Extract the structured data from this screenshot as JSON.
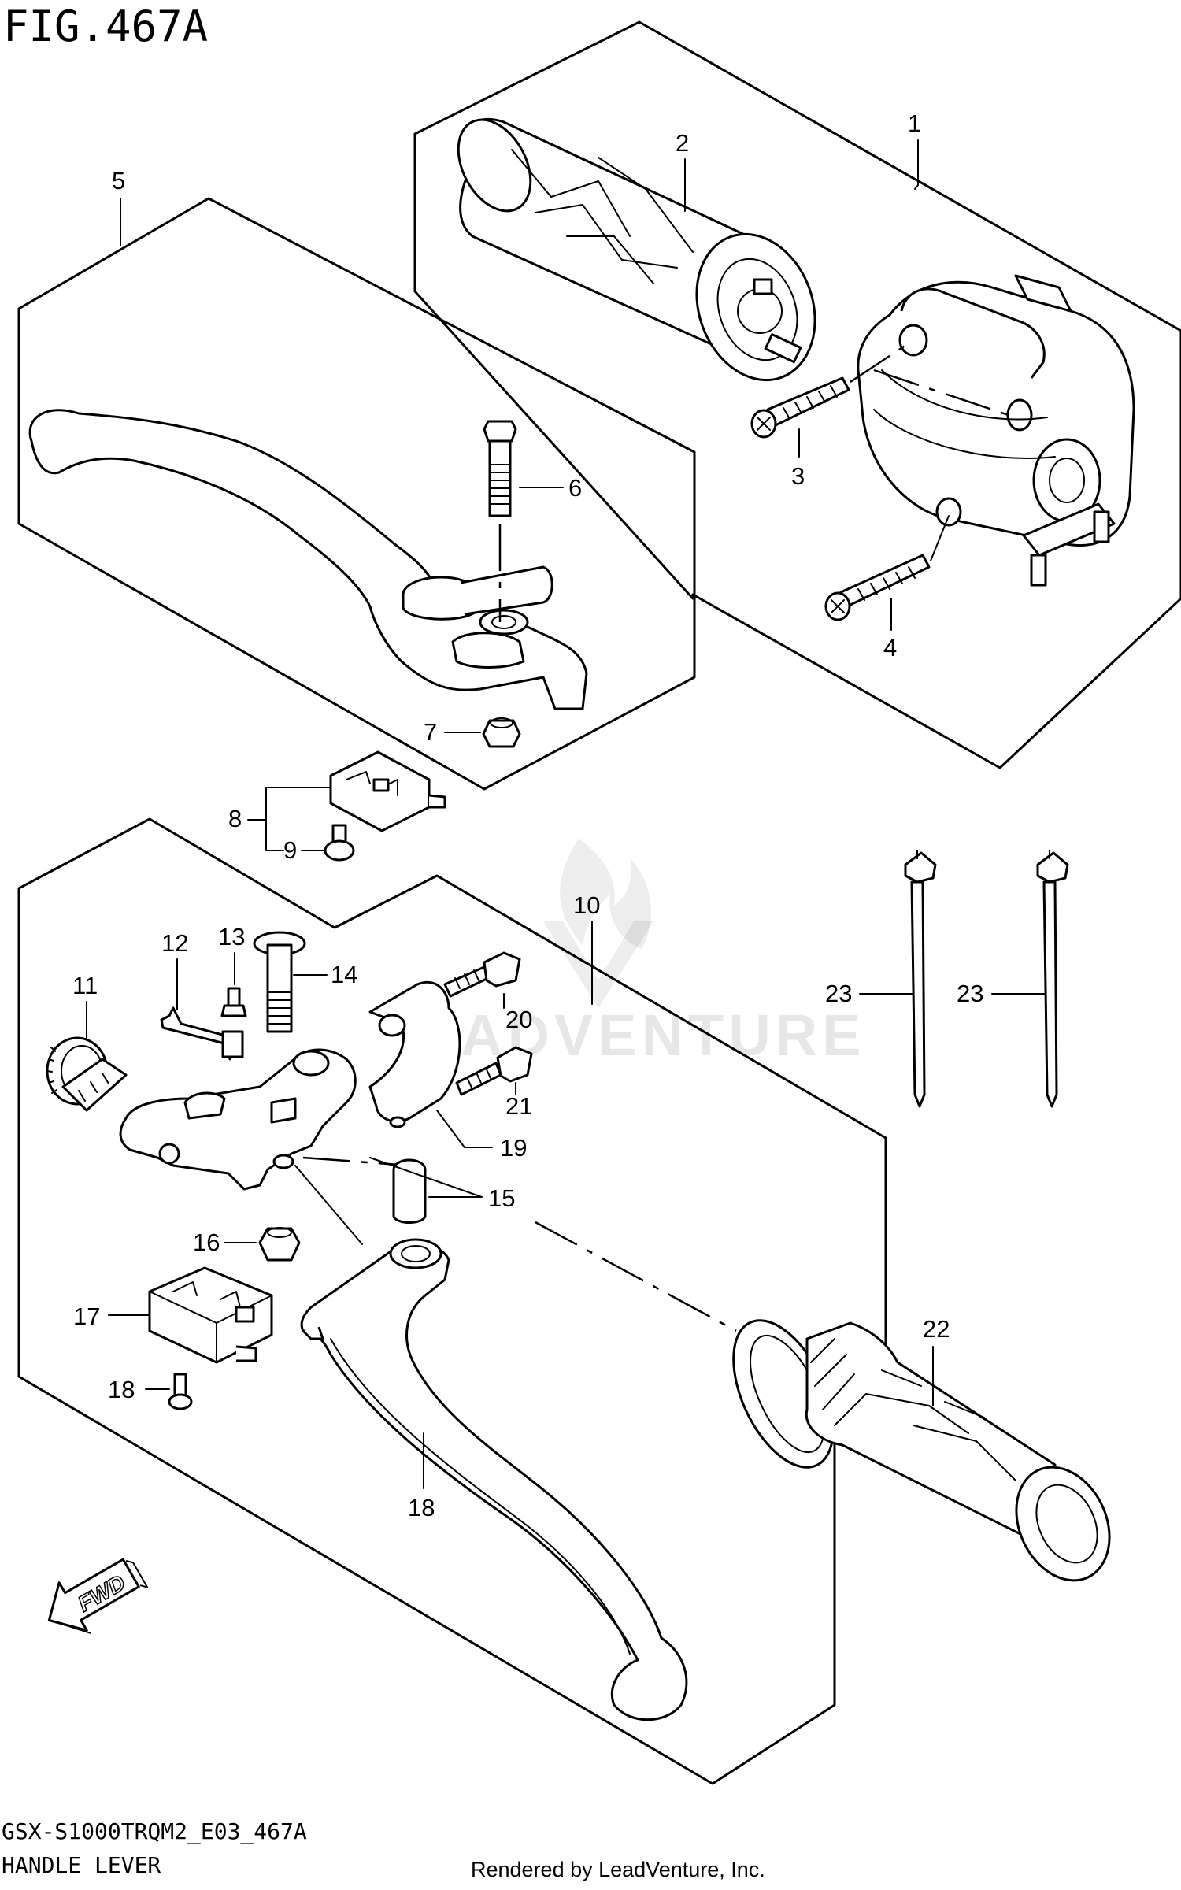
{
  "figure": {
    "title": "FIG.467A",
    "model_code": "GSX-S1000TRQM2_E03_467A",
    "section_name": "HANDLE LEVER",
    "rendered_by": "Rendered by LeadVenture, Inc.",
    "watermark": "ADVENTURE",
    "fwd_label": "FWD"
  },
  "callouts": [
    {
      "id": "1",
      "label": "1"
    },
    {
      "id": "2",
      "label": "2"
    },
    {
      "id": "3",
      "label": "3"
    },
    {
      "id": "4",
      "label": "4"
    },
    {
      "id": "5",
      "label": "5"
    },
    {
      "id": "6",
      "label": "6"
    },
    {
      "id": "7",
      "label": "7"
    },
    {
      "id": "8",
      "label": "8"
    },
    {
      "id": "9",
      "label": "9"
    },
    {
      "id": "10",
      "label": "10"
    },
    {
      "id": "11",
      "label": "11"
    },
    {
      "id": "12",
      "label": "12"
    },
    {
      "id": "13",
      "label": "13"
    },
    {
      "id": "14",
      "label": "14"
    },
    {
      "id": "15",
      "label": "15"
    },
    {
      "id": "16",
      "label": "16"
    },
    {
      "id": "17",
      "label": "17"
    },
    {
      "id": "18a",
      "label": "18"
    },
    {
      "id": "18b",
      "label": "18"
    },
    {
      "id": "19",
      "label": "19"
    },
    {
      "id": "20",
      "label": "20"
    },
    {
      "id": "21",
      "label": "21"
    },
    {
      "id": "22",
      "label": "22"
    },
    {
      "id": "23a",
      "label": "23"
    },
    {
      "id": "23b",
      "label": "23"
    }
  ]
}
